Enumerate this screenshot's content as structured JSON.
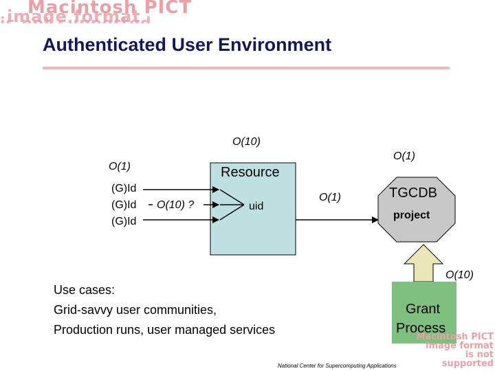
{
  "slide": {
    "title": "Authenticated User Environment",
    "footer": "National Center for Supercomputing Applications"
  },
  "placeholder": {
    "line1": "Macintosh PICT",
    "line2": "image format",
    "line3": "is not supported"
  },
  "diagram": {
    "resource_label": "Resource",
    "uid_label": "uid",
    "gid_lines": [
      "(G)Id",
      "(G)Id",
      "(G)Id"
    ],
    "gid_cardinality": "O(10) ?",
    "o_top": "O(10)",
    "o_left": "O(1)",
    "o_right_top": "O(1)",
    "o_edge": "O(1)",
    "o_bottom": "O(10)",
    "tgcdb_label": "TGCDB",
    "project_label": "project",
    "grant_label_1": "Grant",
    "grant_label_2": "Process",
    "colors": {
      "resource_fill": "#bfe0e0",
      "tgcdb_fill": "#c8c8c8",
      "grant_fill": "#7fbf7f",
      "arrow_fill": "#eae6b8"
    }
  },
  "use_cases": {
    "heading": "Use cases:",
    "line1": "Grid-savvy user communities,",
    "line2": "Production runs, user managed services"
  }
}
